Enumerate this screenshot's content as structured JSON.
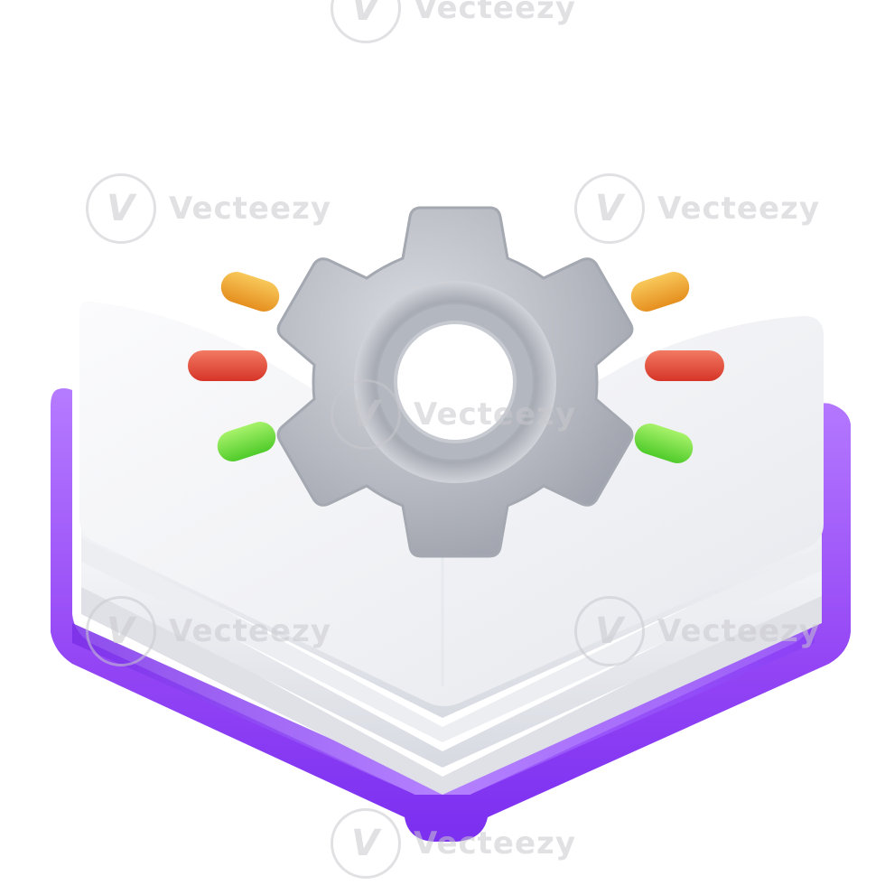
{
  "image": {
    "subject": "open book with gear icon",
    "icon_names": [
      "book-icon",
      "gear-icon",
      "spark-dash-icon"
    ],
    "colors": {
      "background": "#ffffff",
      "book_cover": "#9b4dff",
      "book_cover_dark": "#7a2ff0",
      "pages": "#f2f3f6",
      "gear": "#b9bcc4",
      "spark_orange": "#f2a531",
      "spark_red": "#e8473a",
      "spark_green": "#6fdc3a"
    }
  },
  "watermark": {
    "text": "Vecteezy",
    "logo_glyph": "V"
  }
}
